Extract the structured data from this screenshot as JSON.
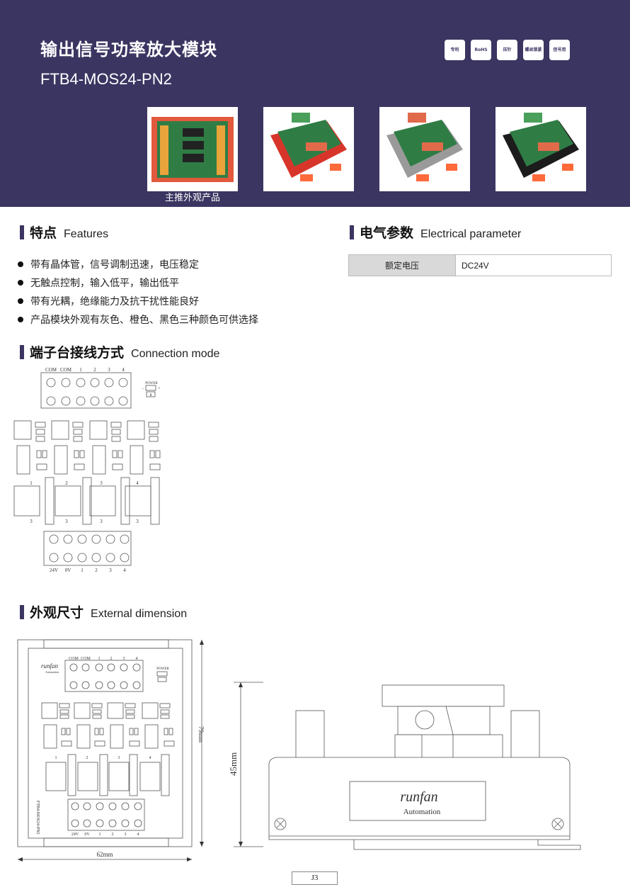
{
  "header": {
    "title_cn": "输出信号功率放大模块",
    "title_en": "FTB4-MOS24-PN2",
    "badges": [
      "专利",
      "RoHS",
      "压针",
      "螺丝锁紧",
      "信号用"
    ],
    "product_caption": "主推外观产品",
    "product_colors": [
      "#f0d08a",
      "#e03a2a",
      "#a9a9a9",
      "#1e1e1e"
    ]
  },
  "features_section": {
    "title_cn": "特点",
    "title_en": "Features",
    "items": [
      "带有晶体管，信号调制迅速，电压稳定",
      "无触点控制，输入低平，输出低平",
      "带有光耦，绝缘能力及抗干扰性能良好",
      "产品模块外观有灰色、橙色、黑色三种颜色可供选择"
    ]
  },
  "electrical_section": {
    "title_cn": "电气参数",
    "title_en": "Electrical parameter",
    "rows": [
      {
        "key": "额定电压",
        "value": "DC24V"
      }
    ]
  },
  "connection_section": {
    "title_cn": "端子台接线方式",
    "title_en": "Connection mode",
    "top_terminals": [
      "COM",
      "COM",
      "1",
      "2",
      "3",
      "4"
    ],
    "bottom_terminals": [
      "24V",
      "0V",
      "1",
      "2",
      "3",
      "4"
    ],
    "power_label": "POWER",
    "power_minus": "-",
    "power_plus": "+",
    "resistor_label": "R",
    "channel_numbers": [
      "1",
      "2",
      "3",
      "4"
    ],
    "pin_label": "3"
  },
  "dimension_section": {
    "title_cn": "外观尺寸",
    "title_en": "External dimension",
    "width_label": "62mm",
    "height_label": "79mm",
    "depth_label": "45mm",
    "model_vertical": "FTB4-MOS24-PN2",
    "logo_main": "runfan",
    "logo_sub": "Automation"
  },
  "footer": {
    "code": "J3"
  }
}
